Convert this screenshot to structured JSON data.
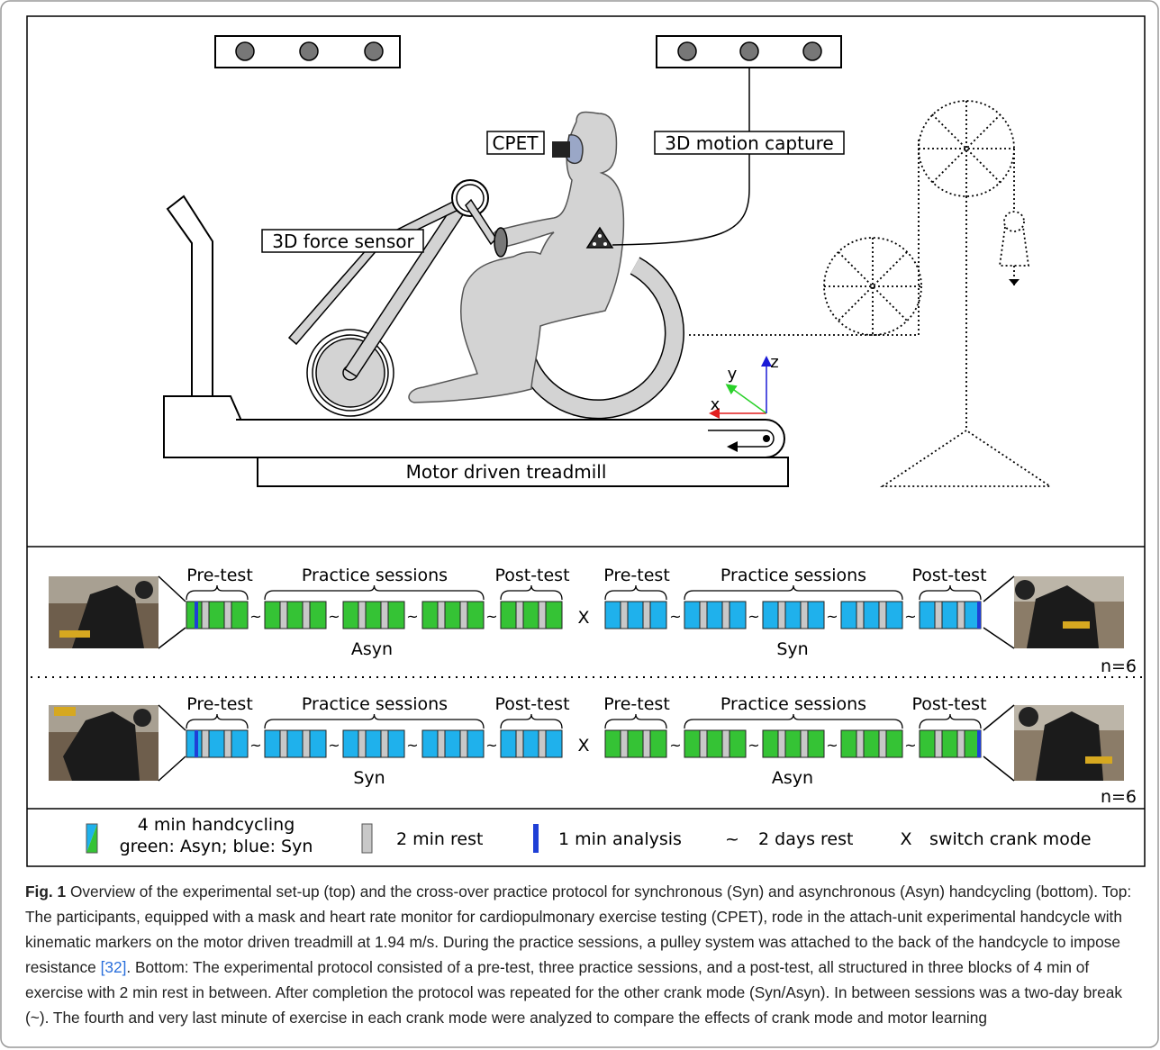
{
  "setup": {
    "label_cpet": "CPET",
    "label_motion": "3D motion capture",
    "label_force": "3D force sensor",
    "label_treadmill": "Motor driven treadmill",
    "axis_x": "x",
    "axis_y": "y",
    "axis_z": "z"
  },
  "protocol": {
    "pre_test": "Pre-test",
    "practice": "Practice sessions",
    "post_test": "Post-test",
    "switch_symbol": "X",
    "tilde": "~",
    "row1": {
      "first_mode": "Asyn",
      "second_mode": "Syn",
      "n": "n=6"
    },
    "row2": {
      "first_mode": "Syn",
      "second_mode": "Asyn",
      "n": "n=6"
    }
  },
  "legend": {
    "handcycling_line1": "4 min handcycling",
    "handcycling_line2": "green: Asyn; blue: Syn",
    "rest": "2 min rest",
    "analysis": "1 min analysis",
    "tilde": "~",
    "days_rest": "2 days rest",
    "x_symbol": "X",
    "switch": "switch crank mode"
  },
  "colors": {
    "green": "#35c335",
    "blue": "#1fb1ec",
    "grey": "#c8c8c8",
    "analysis": "#1f3fd6"
  },
  "caption": {
    "fig_label": "Fig. 1",
    "text_before_ref": " Overview of the experimental set-up (top) and the cross-over practice protocol for synchronous (Syn) and asynchronous (Asyn) handcycling (bottom). Top: The participants, equipped with a mask and heart rate monitor for cardiopulmonary exercise testing (CPET), rode in the attach-unit experimental handcycle with kinematic markers on the motor driven treadmill at 1.94 m/s. During the practice sessions, a pulley system was attached to the back of the handcycle to impose resistance ",
    "ref": "[32]",
    "text_after_ref": ". Bottom: The experimental protocol consisted of a pre-test, three practice sessions, and a post-test, all structured in three blocks of 4 min of exercise with 2 min rest in between. After completion the protocol was repeated for the other crank mode (Syn/Asyn). In between sessions was a two-day break (~). The fourth and very last minute of exercise in each crank mode were analyzed to compare the effects of crank mode and motor learning"
  }
}
